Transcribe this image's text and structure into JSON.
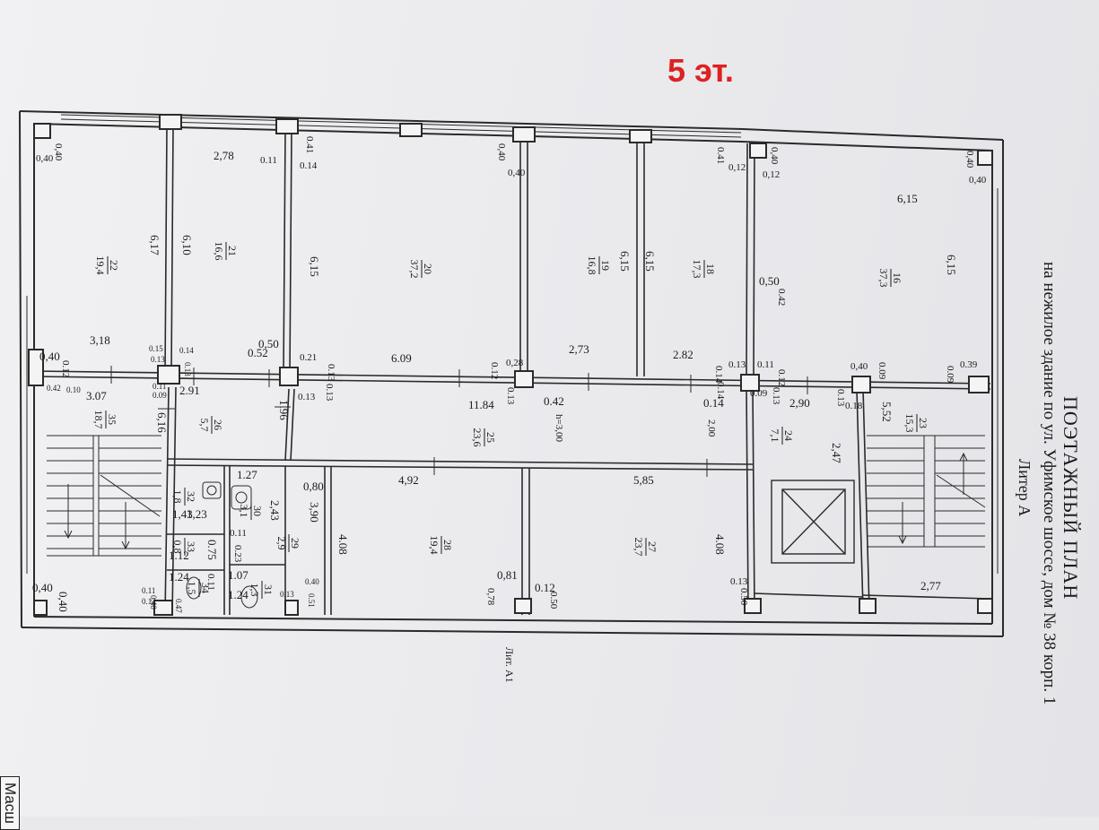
{
  "floor_label": "5 эт.",
  "title": {
    "main": "ПОЭТАЖНЫЙ ПЛАН",
    "subtitle": "на нежилое здание по ул. Уфимское шоссе, дом № 38 корп. 1",
    "litera": "Литер А"
  },
  "adjacent_label": "Лит. А1",
  "scale_label": "Масш",
  "ceiling_height": "h=3,00",
  "rooms": [
    {
      "number": "22",
      "area": "19,4"
    },
    {
      "number": "21",
      "area": "16,6"
    },
    {
      "number": "20",
      "area": "37,2"
    },
    {
      "number": "19",
      "area": "16,8"
    },
    {
      "number": "18",
      "area": "17,3"
    },
    {
      "number": "16",
      "area": "37,3"
    },
    {
      "number": "35",
      "area": "18,7"
    },
    {
      "number": "26",
      "area": "5,7"
    },
    {
      "number": "25",
      "area": "23,6"
    },
    {
      "number": "24",
      "area": "7,1"
    },
    {
      "number": "23",
      "area": "15,3"
    },
    {
      "number": "32",
      "area": "1,8"
    },
    {
      "number": "30",
      "area": "3,1"
    },
    {
      "number": "29",
      "area": "2,9"
    },
    {
      "number": "28",
      "area": "19,4"
    },
    {
      "number": "27",
      "area": "23,7"
    },
    {
      "number": "33",
      "area": "0,8"
    },
    {
      "number": "34",
      "area": "1,5"
    },
    {
      "number": "31",
      "area": "1,3"
    }
  ],
  "dimensions": [
    "0,40",
    "0,40",
    "2,78",
    "0.11",
    "0.41",
    "0.14",
    "0,40",
    "0,40",
    "0.41",
    "0,12",
    "0,40",
    "0,12",
    "0,40",
    "0,40",
    "6,15",
    "6,17",
    "6,10",
    "6,15",
    "6,15",
    "6,15",
    "6,15",
    "0,50",
    "0.42",
    "3,18",
    "0.15",
    "0.13",
    "0.14",
    "0.13",
    "0,50",
    "0.52",
    "0.21",
    "0.13",
    "6.09",
    "0.12",
    "0,28",
    "2,73",
    "2.82",
    "0.14",
    "0.13",
    "0.11",
    "0.12",
    "0,40",
    "0.09",
    "0.09",
    "0.39",
    "0,40",
    "0.12",
    "0.42",
    "0.10",
    "3.07",
    "0.11",
    "0.09",
    "2.91",
    "0.13",
    "0.13",
    "11.84",
    "0.13",
    "0.42",
    "0.14",
    "0.14",
    "0.09",
    "0.13",
    "2,90",
    "0.13",
    "0.18",
    "6,16",
    "1.96",
    "2,00",
    "5,52",
    "2,47",
    "1.27",
    "0,80",
    "4,92",
    "5,85",
    "1,43",
    "1,23",
    "2,43",
    "3,90",
    "4.08",
    "4.08",
    "0.11",
    "0.23",
    "1.12",
    "0.75",
    "1.24",
    "1.07",
    "1.24",
    "0.11",
    "0,81",
    "0,78",
    "0.12",
    "0.50",
    "0.13",
    "0.50",
    "2,77",
    "0,40",
    "0,40",
    "0.11",
    "0.40",
    "0.12",
    "0.47",
    "0.13",
    "0.51",
    "0.40"
  ]
}
